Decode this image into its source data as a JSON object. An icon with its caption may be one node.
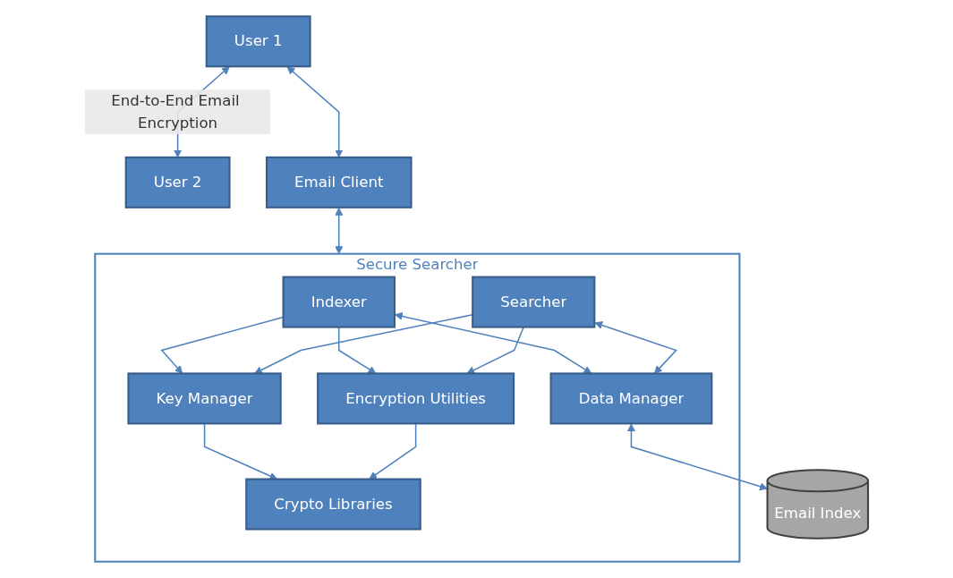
{
  "diagram": {
    "nodes": [
      {
        "text": [
          "User 1"
        ]
      },
      {
        "text": [
          "User 2"
        ]
      },
      {
        "text": [
          "Email Client"
        ]
      },
      {
        "text": [
          "Secure Searcher"
        ]
      },
      {
        "text": [
          "Indexer"
        ],
        "in": 3
      },
      {
        "text": [
          "Searcher"
        ],
        "in": 3
      },
      {
        "text": [
          "Key Manager"
        ],
        "in": 3
      },
      {
        "text": [
          "Encryption Utilities"
        ],
        "in": 3
      },
      {
        "text": [
          "Data Manager"
        ],
        "in": 3
      },
      {
        "text": [
          "Crypto Libraries"
        ],
        "in": 3
      },
      {
        "text": [
          "Email Index"
        ]
      }
    ],
    "edges": [
      {
        "from": 0,
        "to": 1,
        "arrow": "both",
        "label": "End-to-End Email Encryption"
      },
      {
        "from": 0,
        "to": 2,
        "arrow": "both"
      },
      {
        "from": 2,
        "to": 3,
        "arrow": "both"
      },
      {
        "from": 4,
        "to": 6,
        "arrow": "to"
      },
      {
        "from": 4,
        "to": 7,
        "arrow": "to"
      },
      {
        "from": 5,
        "to": 6,
        "arrow": "to"
      },
      {
        "from": 5,
        "to": 7,
        "arrow": "to"
      },
      {
        "from": 4,
        "to": 8,
        "arrow": "both"
      },
      {
        "from": 5,
        "to": 8,
        "arrow": "both"
      },
      {
        "from": 8,
        "to": 10,
        "arrow": "both"
      },
      {
        "from": 6,
        "to": 9,
        "arrow": "to"
      },
      {
        "from": 7,
        "to": 9,
        "arrow": "to"
      }
    ]
  }
}
